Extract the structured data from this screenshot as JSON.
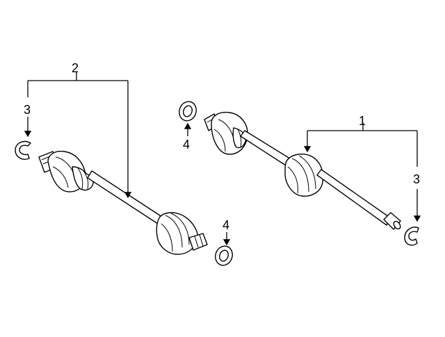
{
  "callouts": {
    "c1": "1",
    "c2": "2",
    "c3_left": "3",
    "c3_right": "3",
    "c4_top": "4",
    "c4_bottom": "4"
  },
  "colors": {
    "line": "#000000",
    "background": "#ffffff"
  }
}
